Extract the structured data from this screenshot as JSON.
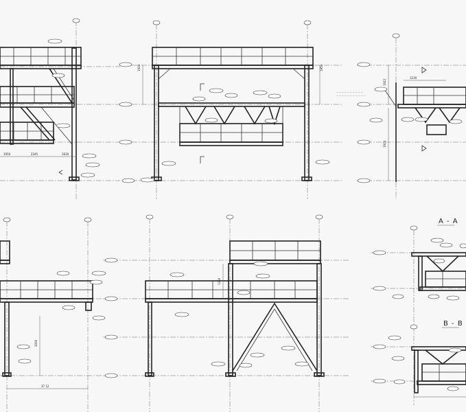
{
  "drawing": {
    "section_aa_label": "A - A",
    "section_bb_label": "B - B",
    "dimensions": [
      "1950",
      "2345",
      "1630",
      "1920",
      "1950",
      "1922",
      "1924",
      "1230",
      "3000",
      "1350",
      "37 12"
    ]
  },
  "colors": {
    "paper": "#f7f7f7",
    "ink": "#222222"
  }
}
